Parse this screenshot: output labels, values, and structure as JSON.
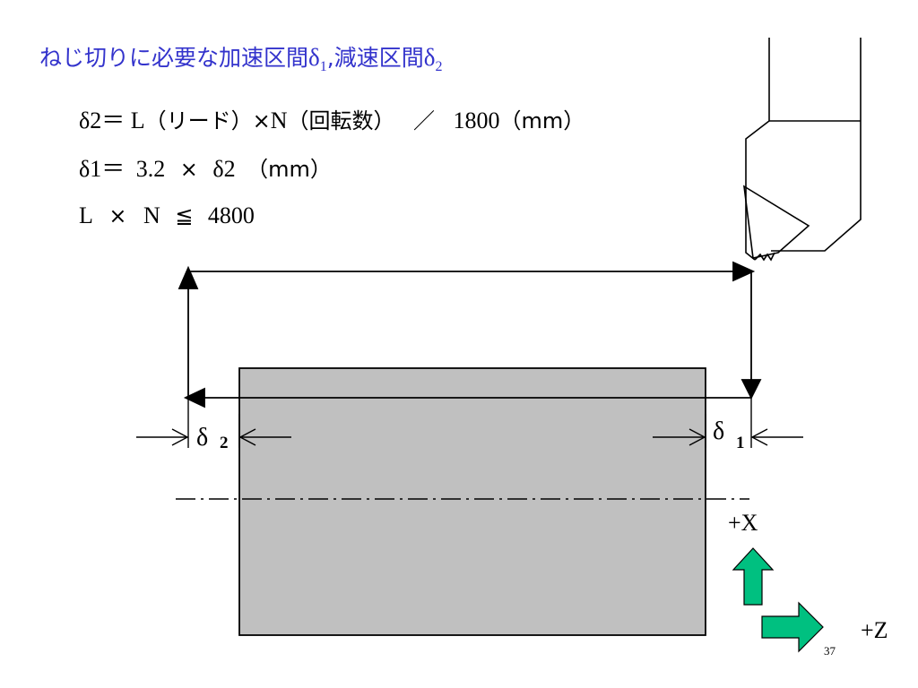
{
  "slide": {
    "title_prefix": "ねじ切りに必要な加速区間",
    "title_delta1": "δ",
    "title_sub1": "1",
    "title_mid": ",減速区間",
    "title_delta2": "δ",
    "title_sub2": "2",
    "title_color": "#3333cc"
  },
  "formulas": {
    "f1_lhs": "δ2＝",
    "f1_l": "L",
    "f1_lead": "（リード）",
    "f1_times": "×",
    "f1_n": "N",
    "f1_rev": "（回転数）",
    "f1_slash": "／",
    "f1_value": "1800",
    "f1_unit": "（mm）",
    "f2_lhs": "δ1＝",
    "f2_value": "3.2",
    "f2_times": "×",
    "f2_delta": "δ2",
    "f2_unit": "（mm）",
    "f3_l": "L",
    "f3_times": "×",
    "f3_n": "N",
    "f3_leq": "≦",
    "f3_value": "4800"
  },
  "diagram": {
    "delta2_label": "δ",
    "delta2_sub": "2",
    "delta1_label": "δ",
    "delta1_sub": "1",
    "x_axis_label": "+X",
    "z_axis_label": "+Z",
    "page_number": "37",
    "workpiece_color": "#c0c0c0",
    "axis_arrow_color": "#00c080"
  }
}
